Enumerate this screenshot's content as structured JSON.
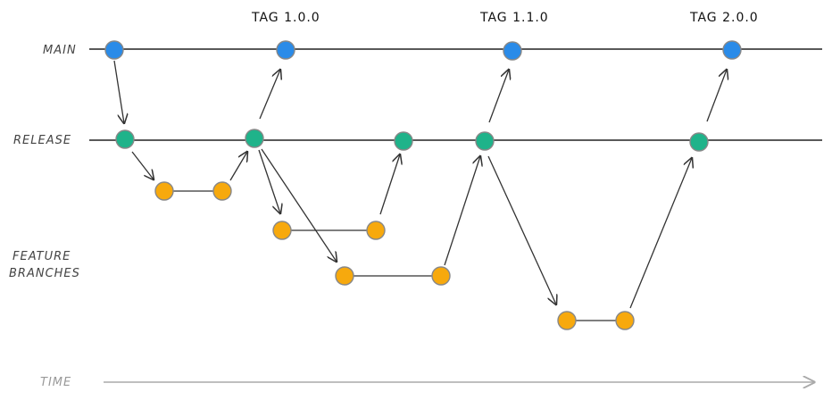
{
  "lanes": {
    "main": "MAIN",
    "release": "RELEASE",
    "feature_line1": "FEATURE",
    "feature_line2": "BRANCHES"
  },
  "tags": [
    "TAG 1.0.0",
    "TAG 1.1.0",
    "TAG 2.0.0"
  ],
  "time_label": "TIME",
  "colors": {
    "main_node": "#2a8be8",
    "release_node": "#1fb38a",
    "feature_node": "#f7a90d",
    "line": "#222222"
  }
}
